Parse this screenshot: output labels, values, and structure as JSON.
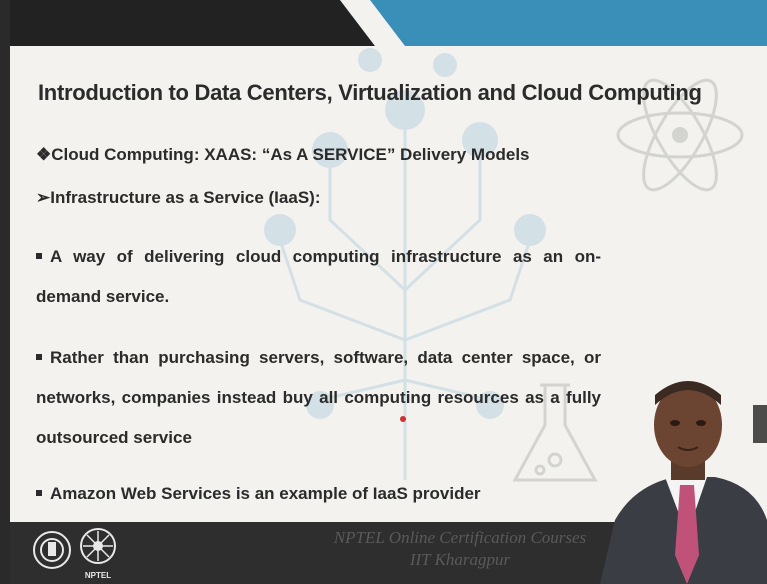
{
  "slide": {
    "title": "Introduction to Data Centers, Virtualization and Cloud Computing",
    "line1": "❖Cloud Computing: XAAS: “As A SERVICE” Delivery Models",
    "line2": "➢Infrastructure as a Service (IaaS):",
    "bullets": [
      "A way of delivering cloud computing infrastructure as an on-demand service.",
      "Rather than purchasing servers, software, data center space, or networks, companies instead buy all computing resources as a fully outsourced service",
      "Amazon Web Services is an example of IaaS provider"
    ]
  },
  "footer": {
    "line1": "NPTEL Online Certification Courses",
    "line2": "IIT Kharagpur",
    "logo_label": "NPTEL"
  },
  "colors": {
    "slide_bg": "#f3f2ee",
    "topbar_dark": "#222222",
    "topbar_accent": "#3a8fb8",
    "footer_bg": "#2e2e2e",
    "text": "#2b2b2b"
  }
}
